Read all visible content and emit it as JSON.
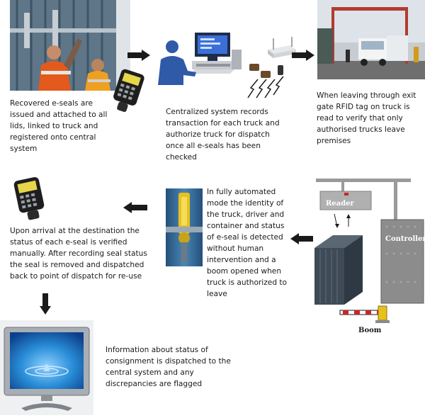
{
  "steps": {
    "recover": "Recovered e-seals are issued and attached to all lids, linked to truck and registered onto central system",
    "central": "Centralized system records transaction for each truck and authorize truck for dispatch once all e-seals has been checked",
    "exit_gate": "When leaving through exit gate RFID tag on truck is read to verify that only authorised trucks leave premises",
    "arrival": "Upon arrival at the destination the status of each e-seal is verified manually. After recording seal status the seal is removed and dispatched back to point of dispatch for re-use",
    "automated": "In fully automated mode the identity of the truck, driver and container and status of e-seal is detected without human intervention and a boom opened when truck is authorized to leave",
    "info": "Information about status of consignment is dispatched to the central system and any discrepancies are flagged"
  },
  "labels": {
    "reader": "Reader",
    "controller": "Controller",
    "boom": "Boom"
  },
  "colors": {
    "arrow": "#1a1a1a",
    "person": "#2f5aa8",
    "seal": "#e8c21a",
    "container": "#3e4a56",
    "boom_red": "#c62828"
  }
}
